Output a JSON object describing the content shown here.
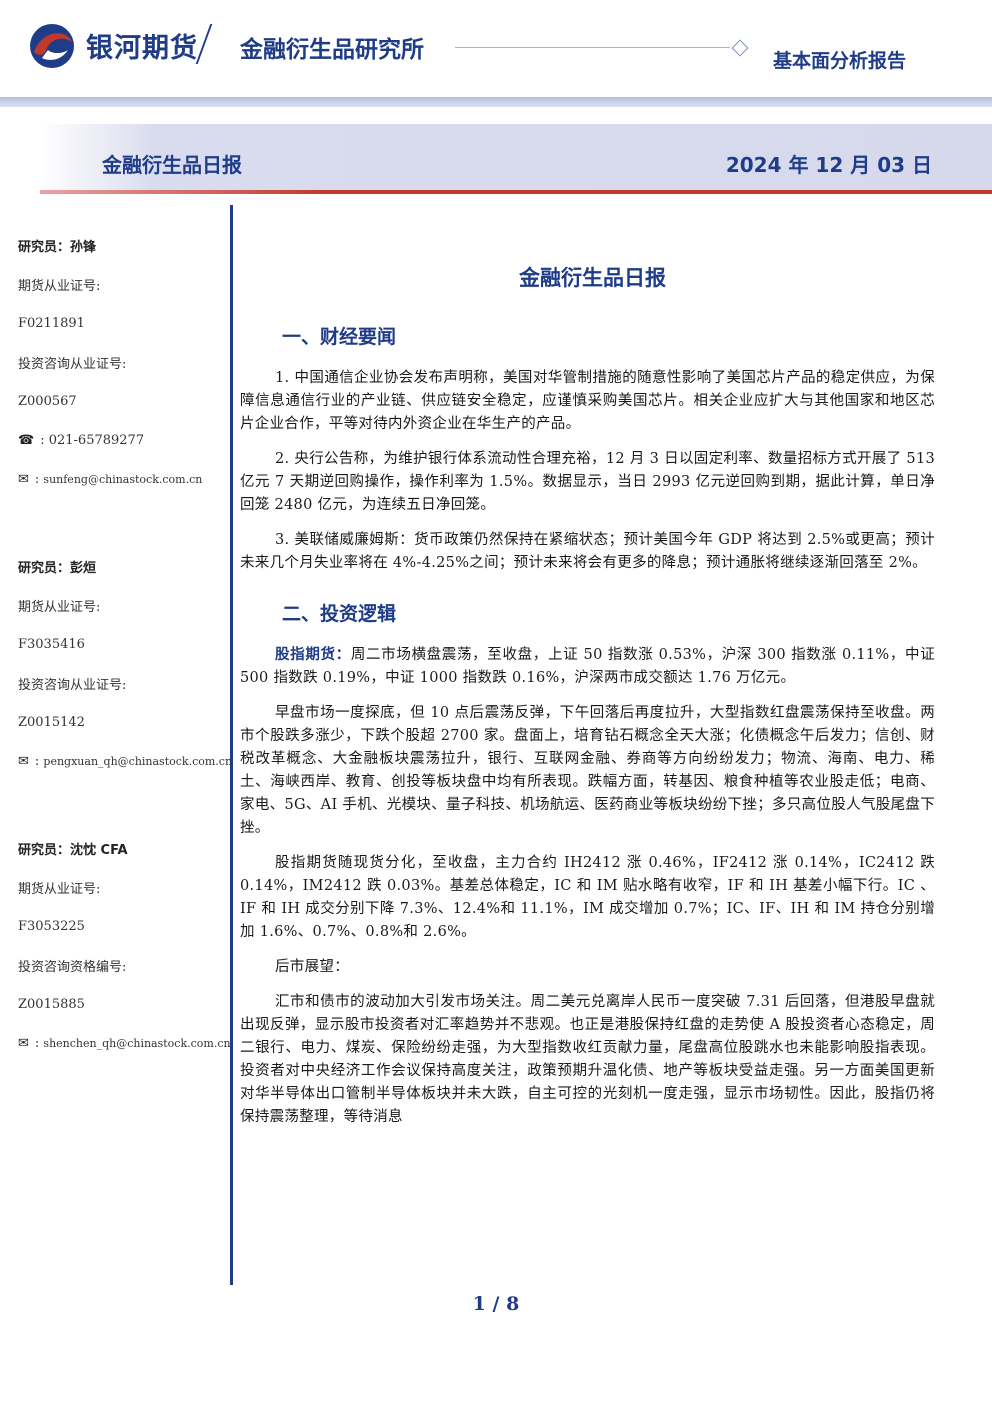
{
  "header": {
    "brand": "银河期货",
    "department": "金融衍生品研究所",
    "report_type": "基本面分析报告",
    "logo_icon": "galaxy-futures-logo",
    "colors": {
      "brand_blue": "#1f3c88",
      "brand_red": "#c0392b"
    }
  },
  "title_bar": {
    "left": "金融衍生品日报",
    "date": "2024 年 12 月 03 日"
  },
  "researchers": [
    {
      "name": "研究员：孙锋",
      "cert_label": "期货从业证号:",
      "cert": "F0211891",
      "consult_label": "投资咨询从业证号:",
      "consult": "Z000567",
      "phone_icon": "phone-icon",
      "phone": "021-65789277",
      "email_icon": "mail-icon",
      "email": "sunfeng@chinastock.com.cn"
    },
    {
      "name": "研究员：彭烜",
      "cert_label": "期货从业证号:",
      "cert": "F3035416",
      "consult_label": "投资咨询从业证号:",
      "consult": "Z0015142",
      "email_icon": "mail-icon",
      "email": "pengxuan_qh@chinastock.com.cn"
    },
    {
      "name": "研究员：沈忱 CFA",
      "cert_label": "期货从业证号:",
      "cert": "F3053225",
      "consult_label": "投资咨询资格编号:",
      "consult": "Z0015885",
      "email_icon": "mail-icon",
      "email": "shenchen_qh@chinastock.com.cn"
    }
  ],
  "main": {
    "title": "金融衍生品日报",
    "section1": {
      "heading": "一、财经要闻",
      "paragraphs": [
        "1. 中国通信企业协会发布声明称，美国对华管制措施的随意性影响了美国芯片产品的稳定供应，为保障信息通信行业的产业链、供应链安全稳定，应谨慎采购美国芯片。相关企业应扩大与其他国家和地区芯片企业合作，平等对待内外资企业在华生产的产品。",
        "2. 央行公告称，为维护银行体系流动性合理充裕，12 月 3 日以固定利率、数量招标方式开展了 513 亿元 7 天期逆回购操作，操作利率为 1.5%。数据显示，当日 2993 亿元逆回购到期，据此计算，单日净回笼 2480 亿元，为连续五日净回笼。",
        "3. 美联储威廉姆斯：货币政策仍然保持在紧缩状态；预计美国今年 GDP 将达到 2.5%或更高；预计未来几个月失业率将在 4%-4.25%之间；预计未来将会有更多的降息；预计通胀将继续逐渐回落至 2%。"
      ]
    },
    "section2": {
      "heading": "二、投资逻辑",
      "lead": "股指期货：",
      "lead_text": "周二市场横盘震荡，至收盘，上证 50 指数涨 0.53%，沪深 300 指数涨 0.11%，中证 500 指数跌 0.19%，中证 1000 指数跌 0.16%，沪深两市成交额达 1.76 万亿元。",
      "paragraphs": [
        "早盘市场一度探底，但 10 点后震荡反弹，下午回落后再度拉升，大型指数红盘震荡保持至收盘。两市个股跌多涨少，下跌个股超 2700 家。盘面上，培育钻石概念全天大涨；化债概念午后发力；信创、财税改革概念、大金融板块震荡拉升，银行、互联网金融、券商等方向纷纷发力；物流、海南、电力、稀土、海峡西岸、教育、创投等板块盘中均有所表现。跌幅方面，转基因、粮食种植等农业股走低；电商、家电、5G、AI 手机、光模块、量子科技、机场航运、医药商业等板块纷纷下挫；多只高位股人气股尾盘下挫。",
        "股指期货随现货分化，至收盘，主力合约 IH2412 涨 0.46%，IF2412 涨 0.14%，IC2412 跌 0.14%，IM2412 跌 0.03%。基差总体稳定，IC 和 IM 贴水略有收窄，IF 和 IH 基差小幅下行。IC 、IF 和 IH 成交分别下降 7.3%、12.4%和 11.1%，IM 成交增加 0.7%；IC、IF、IH 和 IM 持仓分别增加 1.6%、0.7%、0.8%和 2.6%。",
        "后市展望：",
        "汇市和债市的波动加大引发市场关注。周二美元兑离岸人民币一度突破 7.31 后回落，但港股早盘就出现反弹，显示股市投资者对汇率趋势并不悲观。也正是港股保持红盘的走势使 A 股投资者心态稳定，周二银行、电力、煤炭、保险纷纷走强，为大型指数收红贡献力量，尾盘高位股跳水也未能影响股指表现。投资者对中央经济工作会议保持高度关注，政策预期升温化债、地产等板块受益走强。另一方面美国更新对华半导体出口管制半导体板块并未大跌，自主可控的光刻机一度走强，显示市场韧性。因此，股指仍将保持震荡整理，等待消息"
      ]
    }
  },
  "footer": {
    "page": "1",
    "total": "8"
  }
}
